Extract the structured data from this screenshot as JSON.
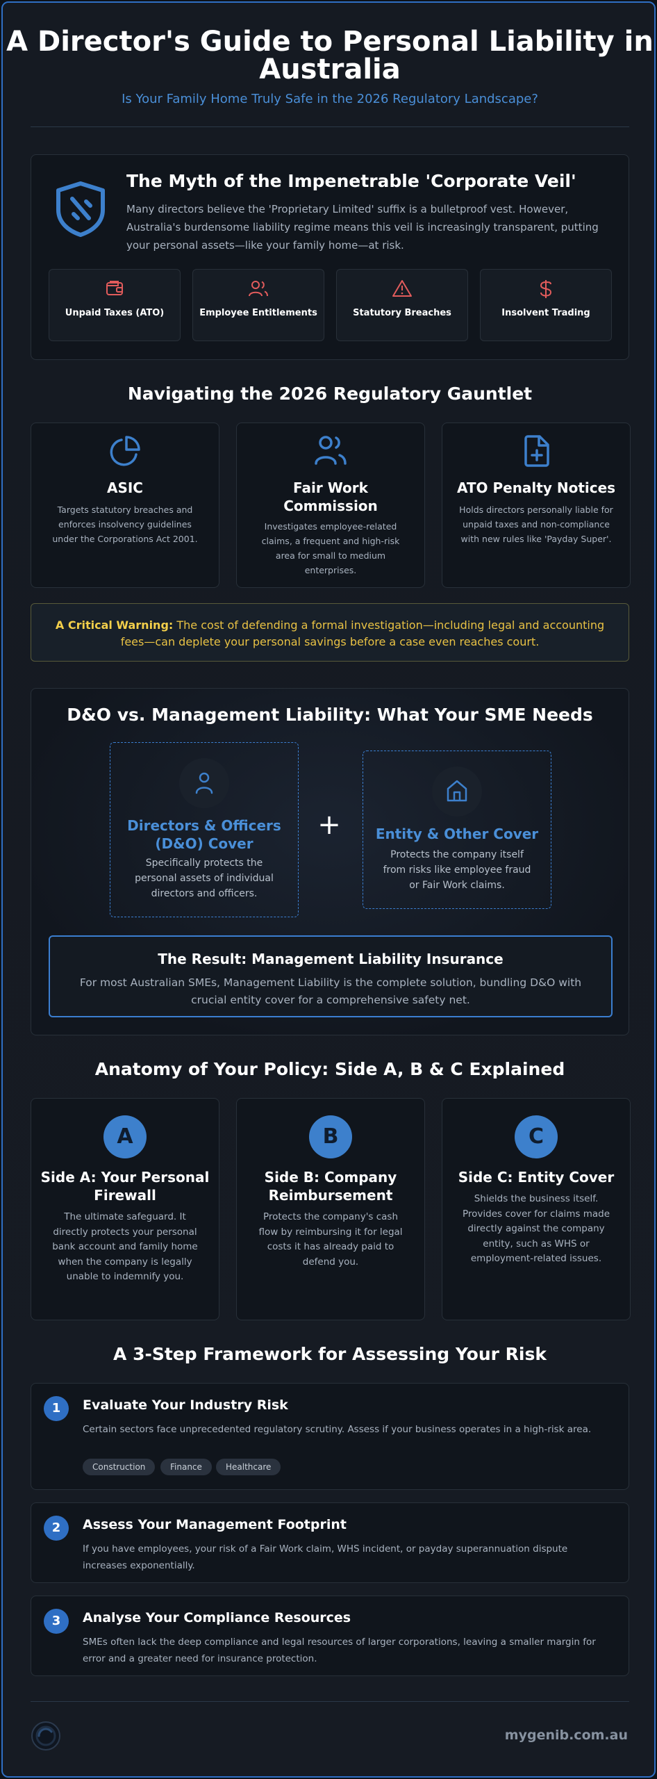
{
  "header": {
    "title": "A Director's Guide to Personal Liability in Australia",
    "subtitle": "Is Your Family Home Truly Safe in the 2026 Regulatory Landscape?"
  },
  "myth": {
    "title": "The Myth of the Impenetrable 'Corporate Veil'",
    "body": "Many directors believe the 'Proprietary Limited' suffix is a bulletproof vest. However, Australia's burdensome liability regime means this veil is increasingly transparent, putting your personal assets—like your family home—at risk.",
    "icon": "shield-slash-icon",
    "risks": [
      {
        "label": "Unpaid Taxes (ATO)",
        "icon": "wallet-icon"
      },
      {
        "label": "Employee Entitlements",
        "icon": "users-icon"
      },
      {
        "label": "Statutory Breaches",
        "icon": "warning-triangle-icon"
      },
      {
        "label": "Insolvent Trading",
        "icon": "dollar-icon"
      }
    ],
    "risk_color": "#e25c5c"
  },
  "regulatory": {
    "title": "Navigating the 2026 Regulatory Gauntlet",
    "cards": [
      {
        "title": "ASIC",
        "body": "Targets statutory breaches and enforces insolvency guidelines under the Corporations Act 2001.",
        "icon": "pie-chart-icon"
      },
      {
        "title": "Fair Work Commission",
        "body": "Investigates employee-related claims, a frequent and high-risk area for small to medium enterprises.",
        "icon": "users-icon"
      },
      {
        "title": "ATO Penalty Notices",
        "body": "Holds directors personally liable for unpaid taxes and non-compliance with new rules like 'Payday Super'.",
        "icon": "file-plus-icon"
      }
    ]
  },
  "warning": {
    "label": "A Critical Warning:",
    "text": " The cost of defending a formal investigation—including legal and accounting fees—can deplete your personal savings before a case even reaches court."
  },
  "dno": {
    "title": "D&O vs. Management Liability: What Your SME Needs",
    "left": {
      "title": "Directors & Officers (D&O) Cover",
      "body": "Specifically protects the personal assets of individual directors and officers.",
      "icon": "person-icon"
    },
    "plus": "+",
    "right": {
      "title": "Entity & Other Cover",
      "body": "Protects the company itself from risks like employee fraud or Fair Work claims.",
      "icon": "home-icon"
    },
    "result": {
      "title": "The Result: Management Liability Insurance",
      "body": "For most Australian SMEs, Management Liability is the complete solution, bundling D&O with crucial entity cover for a comprehensive safety net."
    }
  },
  "anatomy": {
    "title": "Anatomy of Your Policy: Side A, B & C Explained",
    "sides": [
      {
        "badge": "A",
        "title": "Side A: Your Personal Firewall",
        "body": "The ultimate safeguard. It directly protects your personal bank account and family home when the company is legally unable to indemnify you."
      },
      {
        "badge": "B",
        "title": "Side B: Company Reimbursement",
        "body": "Protects the company's cash flow by reimbursing it for legal costs it has already paid to defend you."
      },
      {
        "badge": "C",
        "title": "Side C: Entity Cover",
        "body": "Shields the business itself. Provides cover for claims made directly against the company entity, such as WHS or employment-related issues."
      }
    ]
  },
  "framework": {
    "title": "A 3-Step Framework for Assessing Your Risk",
    "steps": [
      {
        "num": "1",
        "title": "Evaluate Your Industry Risk",
        "body": "Certain sectors face unprecedented regulatory scrutiny. Assess if your business operates in a high-risk area.",
        "tags": [
          "Construction",
          "Finance",
          "Healthcare"
        ]
      },
      {
        "num": "2",
        "title": "Assess Your Management Footprint",
        "body": "If you have employees, your risk of a Fair Work claim, WHS incident, or payday superannuation dispute increases exponentially."
      },
      {
        "num": "3",
        "title": "Analyse Your Compliance Resources",
        "body": "SMEs often lack the deep compliance and legal resources of larger corporations, leaving a smaller margin for error and a greater need for insurance protection."
      }
    ]
  },
  "footer": {
    "url": "mygenib.com.au",
    "logo_icon": "brand-logo-icon"
  },
  "colors": {
    "accent": "#3d80cc",
    "warning": "#e9c244",
    "danger": "#e25c5c"
  }
}
